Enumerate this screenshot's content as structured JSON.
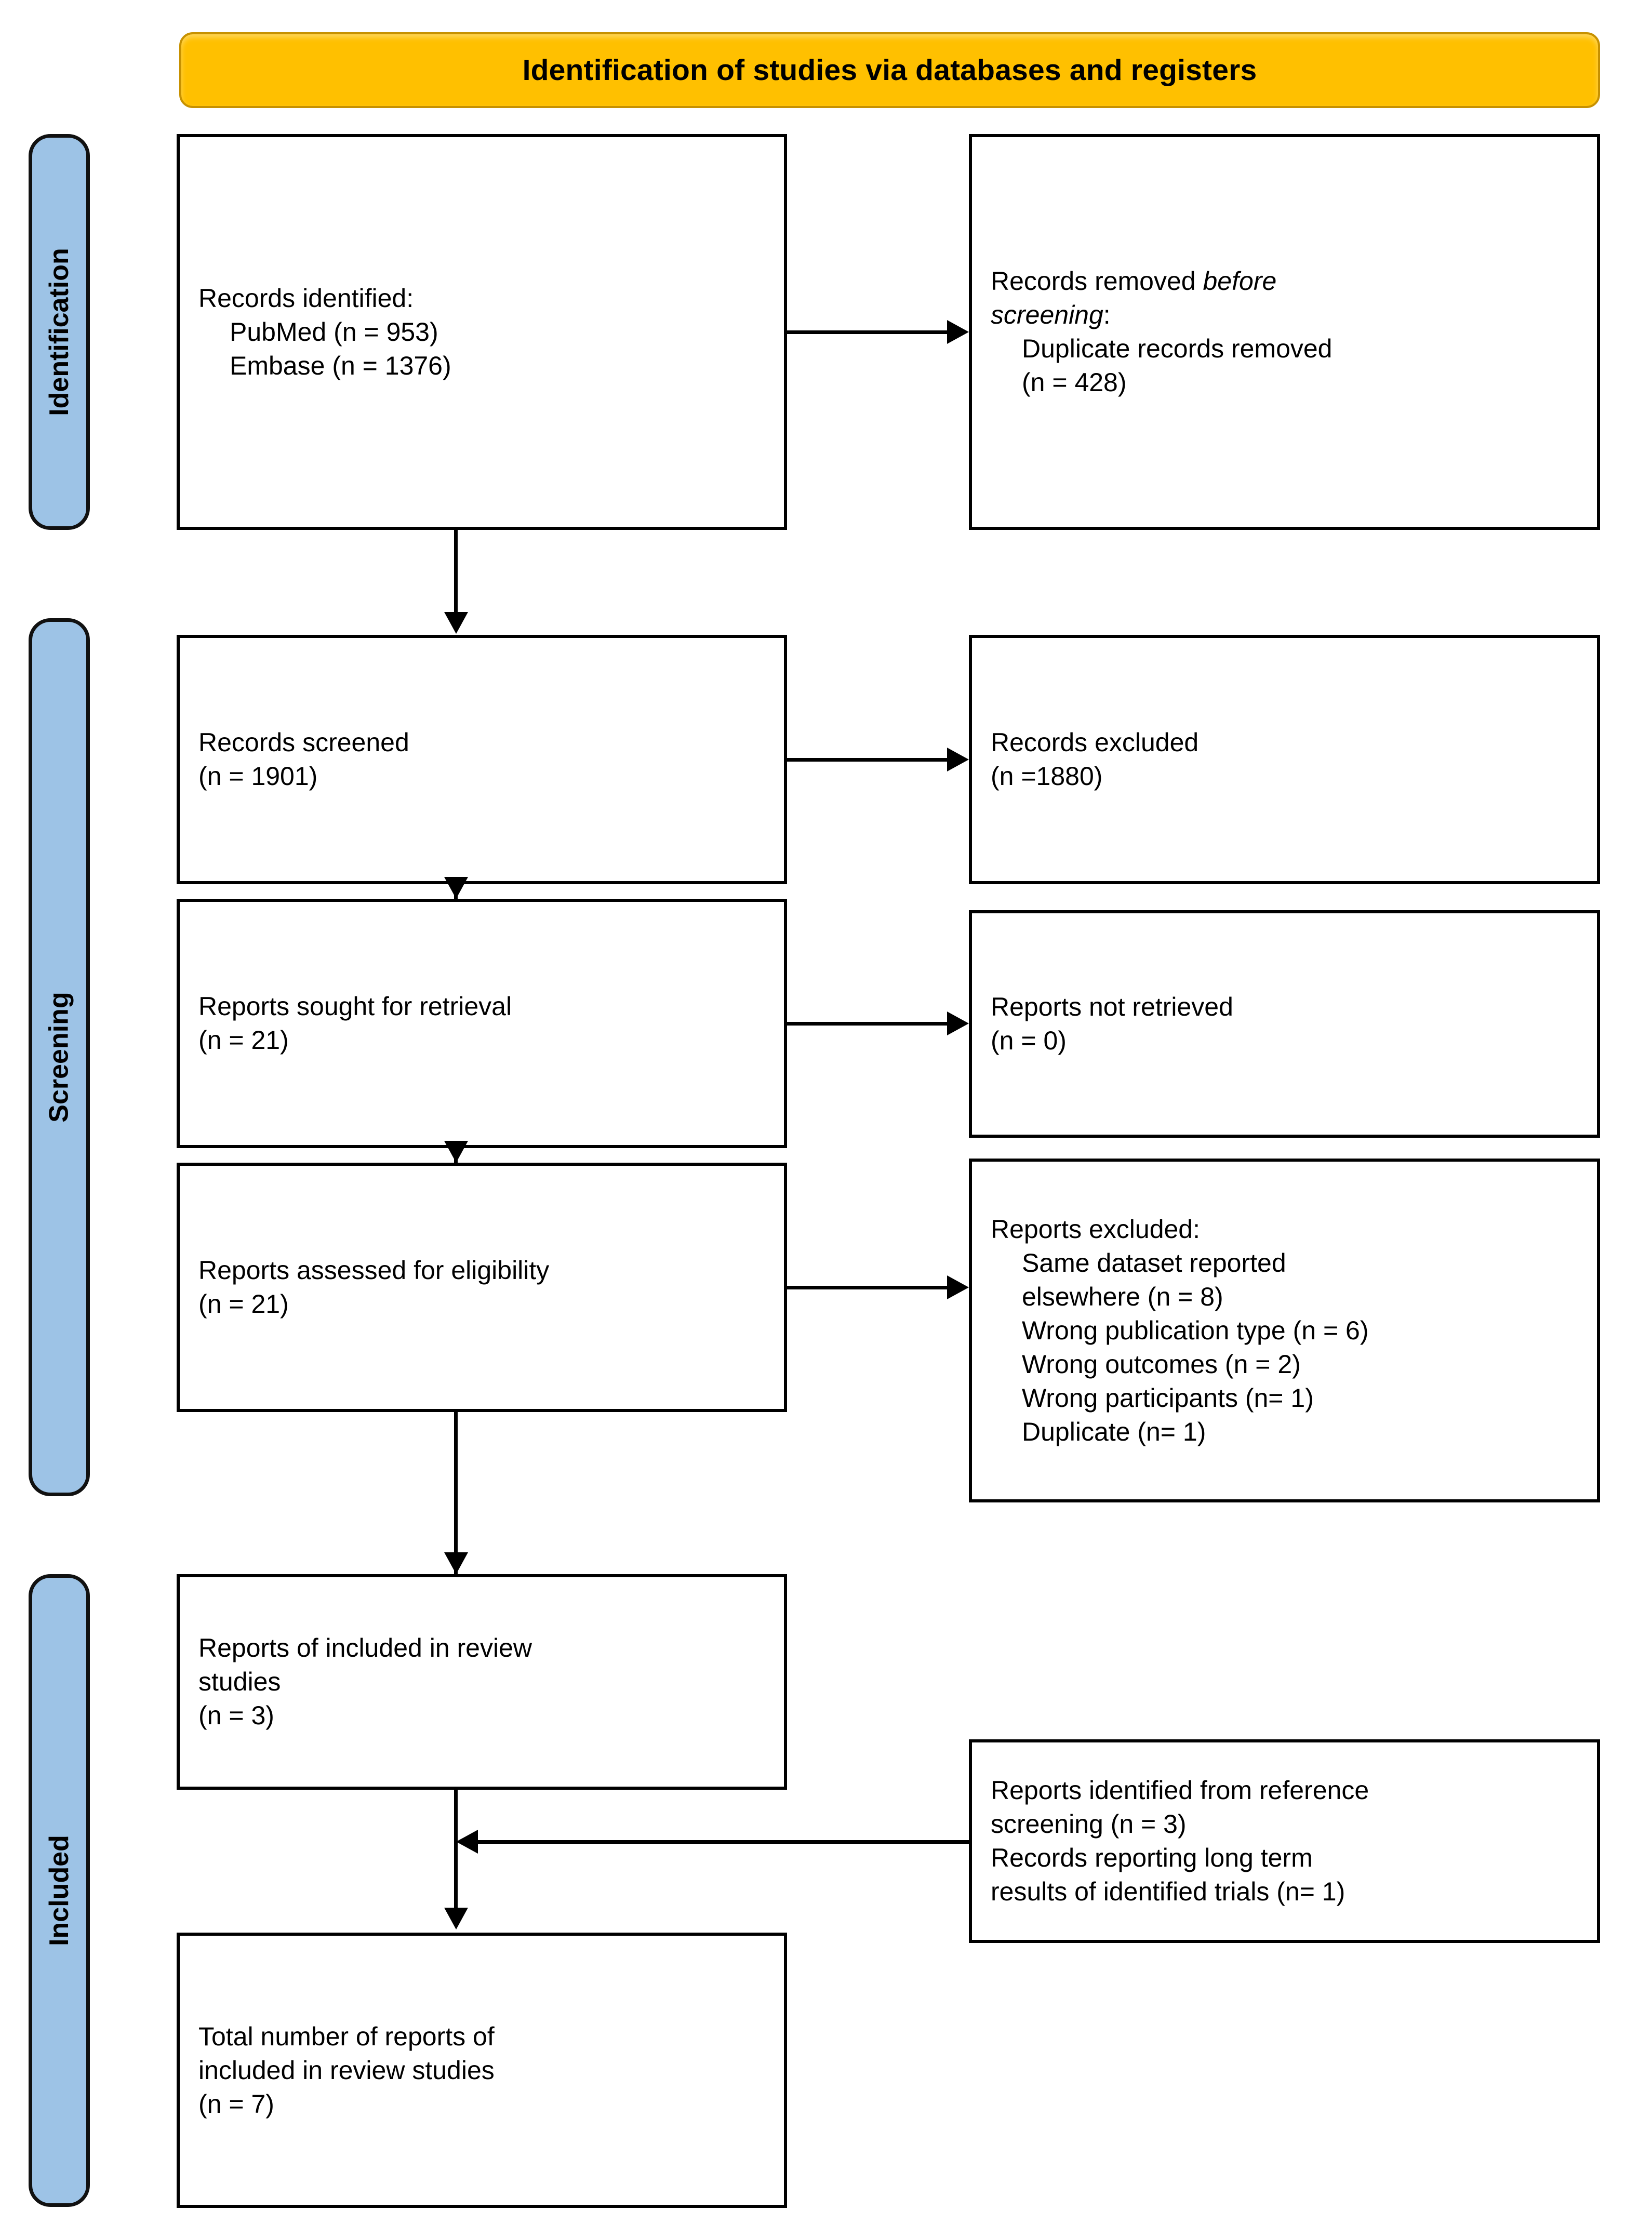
{
  "banner": {
    "title": "Identification of studies via databases and registers"
  },
  "stages": [
    {
      "id": "identification",
      "label": "Identification"
    },
    {
      "id": "screening",
      "label": "Screening"
    },
    {
      "id": "included",
      "label": "Included"
    }
  ],
  "boxes": {
    "identified": {
      "l1": "Records identified:",
      "l2": "PubMed (n = 953)",
      "l3": "Embase (n = 1376)"
    },
    "removed": {
      "l1a": "Records removed ",
      "l1b": "before",
      "l2a": "screening",
      "l2b": ":",
      "l3": "Duplicate records removed",
      "l4": "(n = 428)"
    },
    "screened": {
      "l1": "Records screened",
      "l2": "(n = 1901)"
    },
    "excluded_records": {
      "l1": "Records excluded",
      "l2": "(n =1880)"
    },
    "sought": {
      "l1": "Reports sought for retrieval",
      "l2": "(n = 21)"
    },
    "not_retrieved": {
      "l1": "Reports not retrieved",
      "l2": "(n = 0)"
    },
    "assessed": {
      "l1": "Reports assessed for eligibility",
      "l2": "(n = 21)"
    },
    "excluded_reports": {
      "l1": "Reports excluded:",
      "l2": "Same dataset reported",
      "l3": "elsewhere (n = 8)",
      "l4": "Wrong publication type (n = 6)",
      "l5": "Wrong outcomes (n = 2)",
      "l6": "Wrong participants (n= 1)",
      "l7": "Duplicate (n= 1)"
    },
    "included_reports": {
      "l1": "Reports of included in review",
      "l2": "studies",
      "l3": "(n = 3)"
    },
    "reference": {
      "l1": "Reports identified from reference",
      "l2": "screening (n = 3)",
      "l3": "Records reporting long term",
      "l4": "results of identified trials (n= 1)"
    },
    "total": {
      "l1": "Total number of reports of",
      "l2": "included in review studies",
      "l3": "(n = 7)"
    }
  },
  "colors": {
    "banner_fill": "#FFC000",
    "stage_fill": "#9DC3E6",
    "border": "#000000",
    "text": "#000000"
  }
}
